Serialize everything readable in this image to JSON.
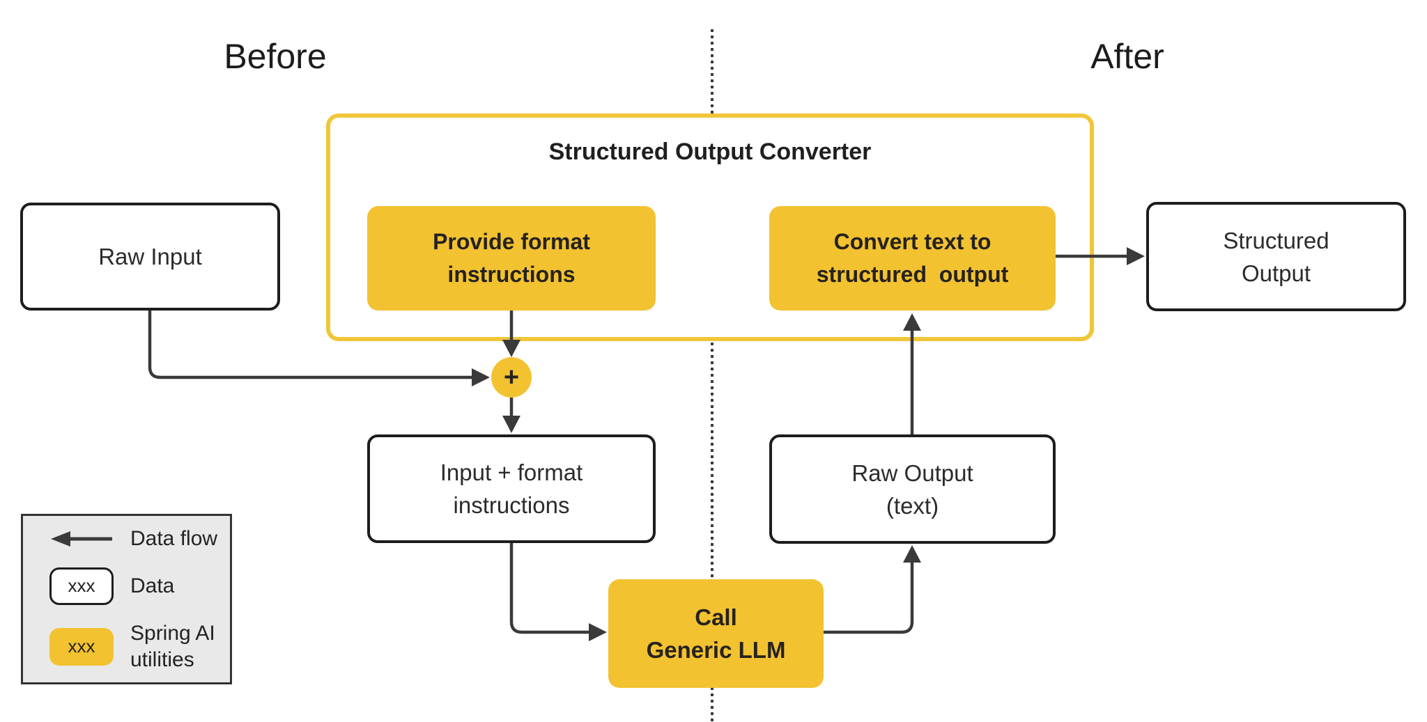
{
  "labels": {
    "before": "Before",
    "after": "After"
  },
  "container": {
    "title": "Structured Output Converter"
  },
  "nodes": {
    "raw_input": "Raw Input",
    "provide_format": "Provide format\ninstructions",
    "convert_text": "Convert text to\nstructured  output",
    "structured_output": "Structured\nOutput",
    "input_format": "Input + format\ninstructions",
    "raw_output": "Raw Output\n(text)",
    "call_llm": "Call\nGeneric LLM",
    "plus": "+"
  },
  "legend": {
    "items": [
      {
        "symbol": "left-arrow",
        "symbol_text": "",
        "label": "Data flow"
      },
      {
        "symbol": "data-box",
        "symbol_text": "xxx",
        "label": "Data"
      },
      {
        "symbol": "utility-box",
        "symbol_text": "xxx",
        "label": "Spring AI\nutilities"
      }
    ]
  },
  "colors": {
    "yellow": "#F2C230",
    "container_border": "#F0C638",
    "line": "#3A3A3A",
    "box_border": "#1D1D1B",
    "legend_bg": "#E9E9E9",
    "text": "#212121",
    "text_on_yellow": "#262220"
  }
}
